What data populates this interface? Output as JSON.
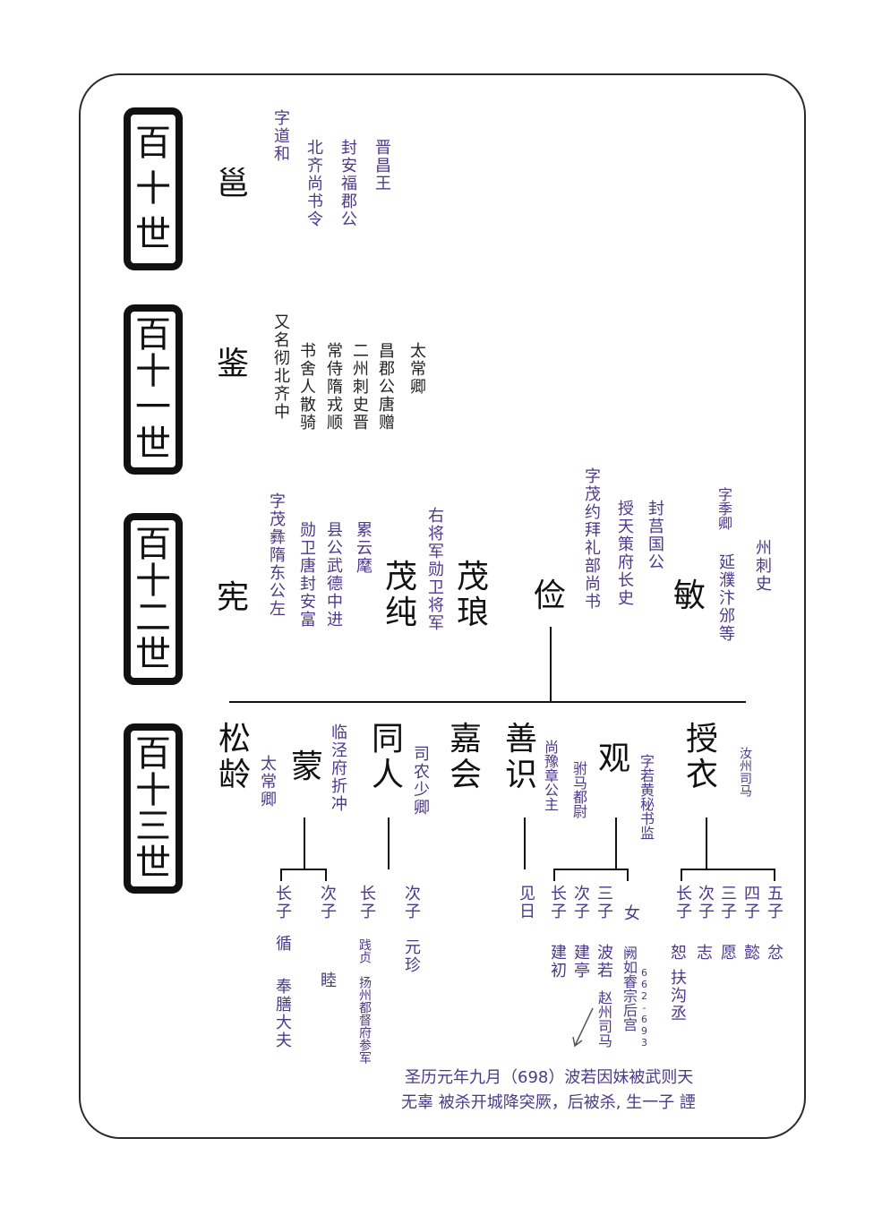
{
  "generations": [
    {
      "label": "百十世",
      "chars": [
        "百",
        "十",
        "世"
      ]
    },
    {
      "label": "百十一世",
      "chars": [
        "百",
        "十",
        "一",
        "世"
      ]
    },
    {
      "label": "百十二世",
      "chars": [
        "百",
        "十",
        "二",
        "世"
      ]
    },
    {
      "label": "百十三世",
      "chars": [
        "百",
        "十",
        "三",
        "世"
      ]
    }
  ],
  "gen110": {
    "name": "邕",
    "notes": [
      "字道和",
      "北齐尚书令",
      "封安福郡公",
      "晋昌王"
    ]
  },
  "gen111": {
    "name": "鉴",
    "notes": [
      "又名彻北齐中",
      "书舍人散骑",
      "常侍隋戎顺",
      "二州刺史晋",
      "昌郡公唐赠",
      "太常卿"
    ]
  },
  "gen112": {
    "xian": {
      "name": "宪",
      "notes": [
        "字茂彝隋东公左",
        "勋卫唐封安富",
        "县公武德中进",
        "累云麾"
      ]
    },
    "maochun": {
      "name": [
        "茂",
        "纯"
      ],
      "notes": [
        "右将军勋卫将军"
      ]
    },
    "maolang": {
      "name": [
        "茂",
        "琅"
      ]
    },
    "jian": {
      "name": "俭",
      "notes": [
        "字茂约拜礼部尚书",
        "授天策府长史",
        "封莒国公"
      ]
    },
    "min": {
      "name": "敏",
      "notes": [
        "字季卿",
        "延濮汴邠等",
        "州刺史"
      ]
    }
  },
  "gen113": {
    "songling": {
      "name": [
        "松",
        "龄"
      ],
      "notes": [
        "太常卿"
      ]
    },
    "meng": {
      "name": "蒙",
      "notes": [
        "临泾府折冲"
      ],
      "children": [
        {
          "rank": "长子",
          "name": "循",
          "note": "奉膳大夫"
        },
        {
          "rank": "次子",
          "name": "睦"
        }
      ]
    },
    "tongren": {
      "name": [
        "同",
        "人"
      ],
      "notes": [
        "司农少卿"
      ],
      "children": [
        {
          "rank": "长子",
          "name": "践贞",
          "note": "扬州都督府参军"
        },
        {
          "rank": "次子",
          "name": "元珍"
        }
      ]
    },
    "jiahui": {
      "name": [
        "嘉",
        "会"
      ]
    },
    "shanshi": {
      "name": [
        "善",
        "识"
      ],
      "notes": [
        "尚豫章公主",
        "驸马都尉"
      ],
      "children": [
        {
          "name": "见日"
        }
      ]
    },
    "guan": {
      "name": "观",
      "notes": [
        "字若黄秘书监"
      ],
      "children": [
        {
          "rank": "长子",
          "name": "建初"
        },
        {
          "rank": "次子",
          "name": "建亭"
        },
        {
          "rank": "三子",
          "name": "波若",
          "note": "赵州司马"
        },
        {
          "rank": "女",
          "name": "阙如睿宗后宫",
          "years": "662-693"
        }
      ]
    },
    "shouyi": {
      "name": [
        "授",
        "衣"
      ],
      "notes": [
        "汝州司马"
      ],
      "children": [
        {
          "rank": "长子",
          "name": "恕",
          "note": "扶沟丞"
        },
        {
          "rank": "次子",
          "name": "志"
        },
        {
          "rank": "三子",
          "name": "愿"
        },
        {
          "rank": "四子",
          "name": "懿"
        },
        {
          "rank": "五子",
          "name": "忿"
        }
      ]
    }
  },
  "footnote": {
    "line1": "圣历元年九月（698）波若因妹被武则天",
    "line2": "无辜 被杀开城降突厥，后被杀, 生一子 諲"
  }
}
